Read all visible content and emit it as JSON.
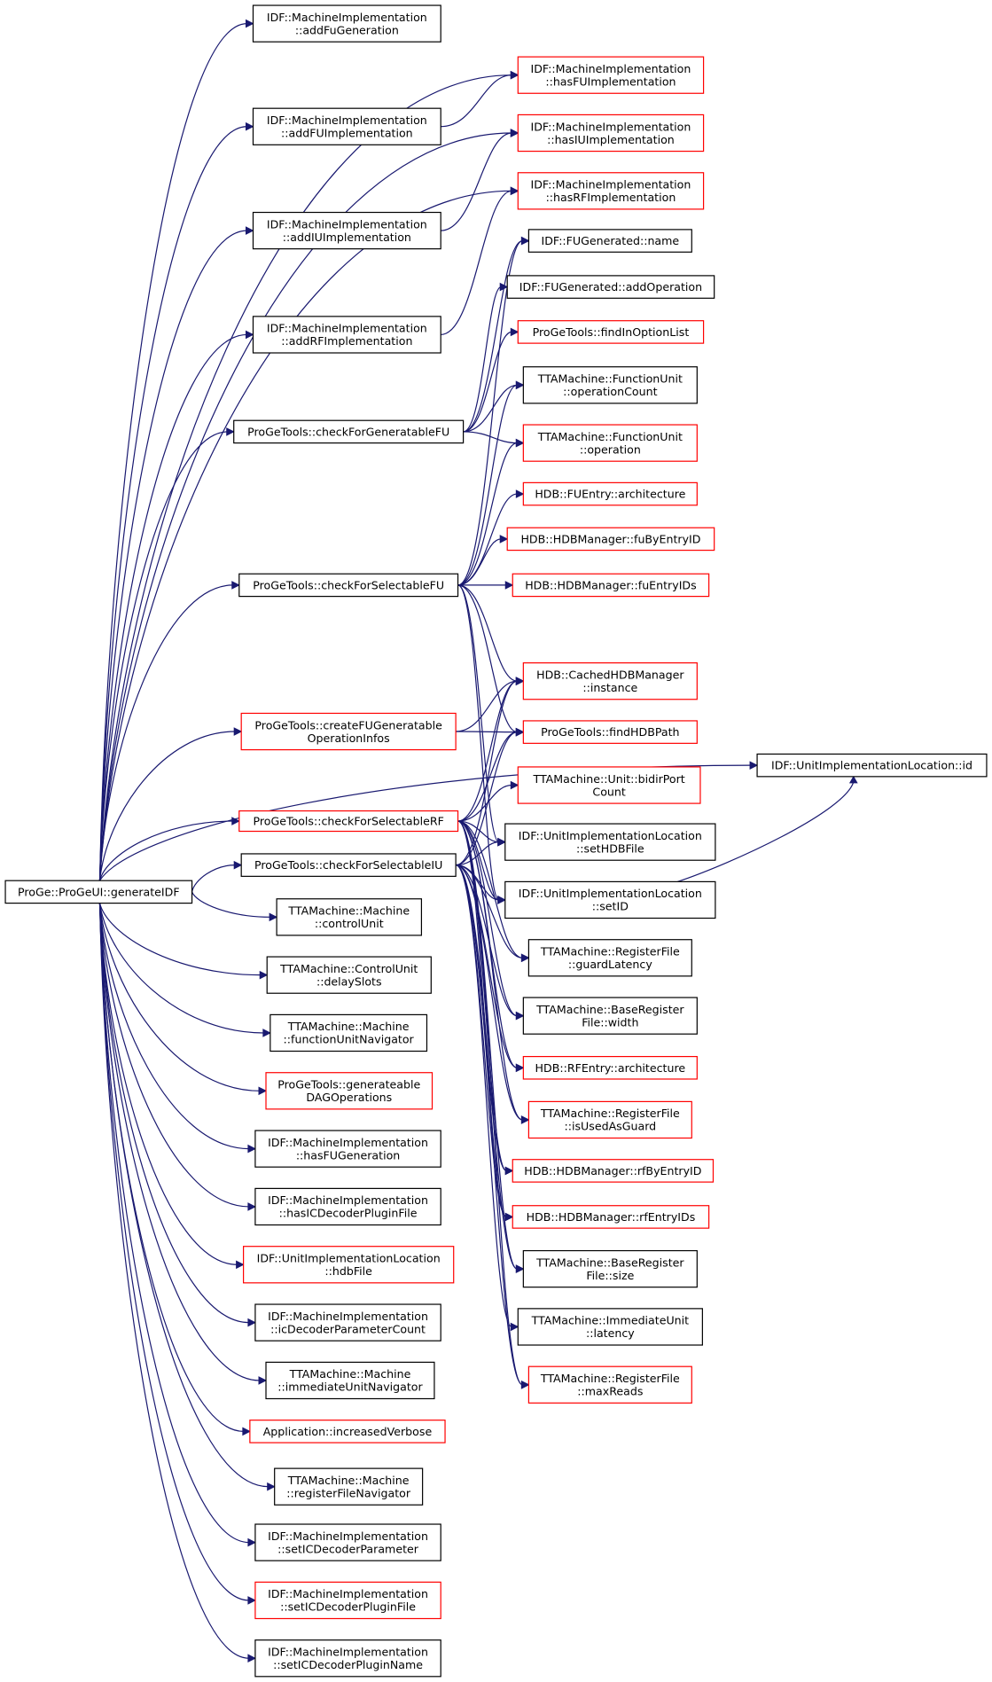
{
  "colors": {
    "edge": "#191970",
    "node_border_default": "#000000",
    "node_border_incomplete": "#ff0000",
    "root_fill": "#bfbfbf",
    "background": "#ffffff"
  },
  "graph": {
    "root": {
      "id": "generateIDF",
      "lines": [
        "ProGe::ProGeUI::generateIDF"
      ]
    },
    "nodes": [
      {
        "id": "addFuGeneration",
        "lines": [
          "IDF::MachineImplementation",
          "::addFuGeneration"
        ],
        "status": "normal"
      },
      {
        "id": "hasFUImplementation",
        "lines": [
          "IDF::MachineImplementation",
          "::hasFUImplementation"
        ],
        "status": "incomplete"
      },
      {
        "id": "addFUImplementation",
        "lines": [
          "IDF::MachineImplementation",
          "::addFUImplementation"
        ],
        "status": "normal"
      },
      {
        "id": "hasIUImplementation",
        "lines": [
          "IDF::MachineImplementation",
          "::hasIUImplementation"
        ],
        "status": "incomplete"
      },
      {
        "id": "hasRFImplementation",
        "lines": [
          "IDF::MachineImplementation",
          "::hasRFImplementation"
        ],
        "status": "incomplete"
      },
      {
        "id": "addIUImplementation",
        "lines": [
          "IDF::MachineImplementation",
          "::addIUImplementation"
        ],
        "status": "normal"
      },
      {
        "id": "fugName",
        "lines": [
          "IDF::FUGenerated::name"
        ],
        "status": "normal"
      },
      {
        "id": "fugAddOperation",
        "lines": [
          "IDF::FUGenerated::addOperation"
        ],
        "status": "normal"
      },
      {
        "id": "addRFImplementation",
        "lines": [
          "IDF::MachineImplementation",
          "::addRFImplementation"
        ],
        "status": "normal"
      },
      {
        "id": "findInOptionList",
        "lines": [
          "ProGeTools::findInOptionList"
        ],
        "status": "incomplete"
      },
      {
        "id": "fuOperationCount",
        "lines": [
          "TTAMachine::FunctionUnit",
          "::operationCount"
        ],
        "status": "normal"
      },
      {
        "id": "checkForGeneratableFU",
        "lines": [
          "ProGeTools::checkForGeneratableFU"
        ],
        "status": "normal"
      },
      {
        "id": "fuOperation",
        "lines": [
          "TTAMachine::FunctionUnit",
          "::operation"
        ],
        "status": "incomplete"
      },
      {
        "id": "fuEntryArchitecture",
        "lines": [
          "HDB::FUEntry::architecture"
        ],
        "status": "incomplete"
      },
      {
        "id": "fuByEntryID",
        "lines": [
          "HDB::HDBManager::fuByEntryID"
        ],
        "status": "incomplete"
      },
      {
        "id": "checkForSelectableFU",
        "lines": [
          "ProGeTools::checkForSelectableFU"
        ],
        "status": "normal"
      },
      {
        "id": "fuEntryIDs",
        "lines": [
          "HDB::HDBManager::fuEntryIDs"
        ],
        "status": "incomplete"
      },
      {
        "id": "cachedInstance",
        "lines": [
          "HDB::CachedHDBManager",
          "::instance"
        ],
        "status": "incomplete"
      },
      {
        "id": "createFUGeneratable",
        "lines": [
          "ProGeTools::createFUGeneratable",
          "OperationInfos"
        ],
        "status": "incomplete"
      },
      {
        "id": "findHDBPath",
        "lines": [
          "ProGeTools::findHDBPath"
        ],
        "status": "incomplete"
      },
      {
        "id": "uilId",
        "lines": [
          "IDF::UnitImplementationLocation::id"
        ],
        "status": "normal"
      },
      {
        "id": "bidirPortCount",
        "lines": [
          "TTAMachine::Unit::bidirPort",
          "Count"
        ],
        "status": "incomplete"
      },
      {
        "id": "checkForSelectableRF",
        "lines": [
          "ProGeTools::checkForSelectableRF"
        ],
        "status": "incomplete"
      },
      {
        "id": "setHDBFile",
        "lines": [
          "IDF::UnitImplementationLocation",
          "::setHDBFile"
        ],
        "status": "normal"
      },
      {
        "id": "checkForSelectableIU",
        "lines": [
          "ProGeTools::checkForSelectableIU"
        ],
        "status": "normal"
      },
      {
        "id": "setID",
        "lines": [
          "IDF::UnitImplementationLocation",
          "::setID"
        ],
        "status": "normal"
      },
      {
        "id": "controlUnit",
        "lines": [
          "TTAMachine::Machine",
          "::controlUnit"
        ],
        "status": "normal"
      },
      {
        "id": "guardLatency",
        "lines": [
          "TTAMachine::RegisterFile",
          "::guardLatency"
        ],
        "status": "normal"
      },
      {
        "id": "delaySlots",
        "lines": [
          "TTAMachine::ControlUnit",
          "::delaySlots"
        ],
        "status": "normal"
      },
      {
        "id": "brfWidth",
        "lines": [
          "TTAMachine::BaseRegister",
          "File::width"
        ],
        "status": "normal"
      },
      {
        "id": "functionUnitNavigator",
        "lines": [
          "TTAMachine::Machine",
          "::functionUnitNavigator"
        ],
        "status": "normal"
      },
      {
        "id": "rfEntryArchitecture",
        "lines": [
          "HDB::RFEntry::architecture"
        ],
        "status": "incomplete"
      },
      {
        "id": "generateableDAGOperations",
        "lines": [
          "ProGeTools::generateable",
          "DAGOperations"
        ],
        "status": "incomplete"
      },
      {
        "id": "isUsedAsGuard",
        "lines": [
          "TTAMachine::RegisterFile",
          "::isUsedAsGuard"
        ],
        "status": "incomplete"
      },
      {
        "id": "hasFUGeneration",
        "lines": [
          "IDF::MachineImplementation",
          "::hasFUGeneration"
        ],
        "status": "normal"
      },
      {
        "id": "rfByEntryID",
        "lines": [
          "HDB::HDBManager::rfByEntryID"
        ],
        "status": "incomplete"
      },
      {
        "id": "hasICDecoderPluginFile",
        "lines": [
          "IDF::MachineImplementation",
          "::hasICDecoderPluginFile"
        ],
        "status": "normal"
      },
      {
        "id": "rfEntryIDs",
        "lines": [
          "HDB::HDBManager::rfEntryIDs"
        ],
        "status": "incomplete"
      },
      {
        "id": "hdbFile",
        "lines": [
          "IDF::UnitImplementationLocation",
          "::hdbFile"
        ],
        "status": "incomplete"
      },
      {
        "id": "brfSize",
        "lines": [
          "TTAMachine::BaseRegister",
          "File::size"
        ],
        "status": "normal"
      },
      {
        "id": "icDecoderParameterCount",
        "lines": [
          "IDF::MachineImplementation",
          "::icDecoderParameterCount"
        ],
        "status": "normal"
      },
      {
        "id": "iuLatency",
        "lines": [
          "TTAMachine::ImmediateUnit",
          "::latency"
        ],
        "status": "normal"
      },
      {
        "id": "immediateUnitNavigator",
        "lines": [
          "TTAMachine::Machine",
          "::immediateUnitNavigator"
        ],
        "status": "normal"
      },
      {
        "id": "maxReads",
        "lines": [
          "TTAMachine::RegisterFile",
          "::maxReads"
        ],
        "status": "incomplete"
      },
      {
        "id": "increasedVerbose",
        "lines": [
          "Application::increasedVerbose"
        ],
        "status": "incomplete"
      },
      {
        "id": "registerFileNavigator",
        "lines": [
          "TTAMachine::Machine",
          "::registerFileNavigator"
        ],
        "status": "normal"
      },
      {
        "id": "setICDecoderParameter",
        "lines": [
          "IDF::MachineImplementation",
          "::setICDecoderParameter"
        ],
        "status": "normal"
      },
      {
        "id": "setICDecoderPluginFile",
        "lines": [
          "IDF::MachineImplementation",
          "::setICDecoderPluginFile"
        ],
        "status": "incomplete"
      },
      {
        "id": "setICDecoderPluginName",
        "lines": [
          "IDF::MachineImplementation",
          "::setICDecoderPluginName"
        ],
        "status": "normal"
      }
    ],
    "edges": [
      [
        "generateIDF",
        "addFuGeneration"
      ],
      [
        "generateIDF",
        "hasFUImplementation"
      ],
      [
        "generateIDF",
        "addFUImplementation"
      ],
      [
        "generateIDF",
        "hasIUImplementation"
      ],
      [
        "generateIDF",
        "addIUImplementation"
      ],
      [
        "generateIDF",
        "addRFImplementation"
      ],
      [
        "generateIDF",
        "hasRFImplementation"
      ],
      [
        "generateIDF",
        "checkForGeneratableFU"
      ],
      [
        "generateIDF",
        "checkForSelectableFU"
      ],
      [
        "generateIDF",
        "uilId"
      ],
      [
        "generateIDF",
        "createFUGeneratable"
      ],
      [
        "generateIDF",
        "checkForSelectableRF"
      ],
      [
        "generateIDF",
        "checkForSelectableIU"
      ],
      [
        "generateIDF",
        "controlUnit"
      ],
      [
        "generateIDF",
        "delaySlots"
      ],
      [
        "generateIDF",
        "functionUnitNavigator"
      ],
      [
        "generateIDF",
        "generateableDAGOperations"
      ],
      [
        "generateIDF",
        "hasFUGeneration"
      ],
      [
        "generateIDF",
        "hasICDecoderPluginFile"
      ],
      [
        "generateIDF",
        "hdbFile"
      ],
      [
        "generateIDF",
        "icDecoderParameterCount"
      ],
      [
        "generateIDF",
        "immediateUnitNavigator"
      ],
      [
        "generateIDF",
        "increasedVerbose"
      ],
      [
        "generateIDF",
        "registerFileNavigator"
      ],
      [
        "generateIDF",
        "setICDecoderParameter"
      ],
      [
        "generateIDF",
        "setICDecoderPluginFile"
      ],
      [
        "generateIDF",
        "setICDecoderPluginName"
      ],
      [
        "addFUImplementation",
        "hasFUImplementation"
      ],
      [
        "addIUImplementation",
        "hasIUImplementation"
      ],
      [
        "addRFImplementation",
        "hasRFImplementation"
      ],
      [
        "checkForGeneratableFU",
        "fugName"
      ],
      [
        "checkForGeneratableFU",
        "fugAddOperation"
      ],
      [
        "checkForGeneratableFU",
        "findInOptionList"
      ],
      [
        "checkForGeneratableFU",
        "fuOperationCount"
      ],
      [
        "checkForGeneratableFU",
        "fuOperation"
      ],
      [
        "checkForSelectableFU",
        "fugName"
      ],
      [
        "checkForSelectableFU",
        "fuOperationCount"
      ],
      [
        "checkForSelectableFU",
        "fuOperation"
      ],
      [
        "checkForSelectableFU",
        "fuEntryArchitecture"
      ],
      [
        "checkForSelectableFU",
        "fuByEntryID"
      ],
      [
        "checkForSelectableFU",
        "fuEntryIDs"
      ],
      [
        "checkForSelectableFU",
        "cachedInstance"
      ],
      [
        "checkForSelectableFU",
        "findHDBPath"
      ],
      [
        "checkForSelectableFU",
        "setHDBFile"
      ],
      [
        "checkForSelectableFU",
        "setID"
      ],
      [
        "createFUGeneratable",
        "cachedInstance"
      ],
      [
        "createFUGeneratable",
        "findHDBPath"
      ],
      [
        "checkForSelectableRF",
        "cachedInstance"
      ],
      [
        "checkForSelectableRF",
        "findHDBPath"
      ],
      [
        "checkForSelectableRF",
        "bidirPortCount"
      ],
      [
        "checkForSelectableRF",
        "setHDBFile"
      ],
      [
        "checkForSelectableRF",
        "setID"
      ],
      [
        "checkForSelectableRF",
        "guardLatency"
      ],
      [
        "checkForSelectableRF",
        "brfWidth"
      ],
      [
        "checkForSelectableRF",
        "rfEntryArchitecture"
      ],
      [
        "checkForSelectableRF",
        "isUsedAsGuard"
      ],
      [
        "checkForSelectableRF",
        "rfByEntryID"
      ],
      [
        "checkForSelectableRF",
        "rfEntryIDs"
      ],
      [
        "checkForSelectableRF",
        "brfSize"
      ],
      [
        "checkForSelectableRF",
        "maxReads"
      ],
      [
        "checkForSelectableIU",
        "cachedInstance"
      ],
      [
        "checkForSelectableIU",
        "findHDBPath"
      ],
      [
        "checkForSelectableIU",
        "setHDBFile"
      ],
      [
        "checkForSelectableIU",
        "setID"
      ],
      [
        "checkForSelectableIU",
        "guardLatency"
      ],
      [
        "checkForSelectableIU",
        "brfWidth"
      ],
      [
        "checkForSelectableIU",
        "rfEntryArchitecture"
      ],
      [
        "checkForSelectableIU",
        "isUsedAsGuard"
      ],
      [
        "checkForSelectableIU",
        "rfByEntryID"
      ],
      [
        "checkForSelectableIU",
        "rfEntryIDs"
      ],
      [
        "checkForSelectableIU",
        "brfSize"
      ],
      [
        "checkForSelectableIU",
        "iuLatency"
      ],
      [
        "checkForSelectableIU",
        "maxReads"
      ],
      [
        "setID",
        "uilId"
      ]
    ]
  }
}
